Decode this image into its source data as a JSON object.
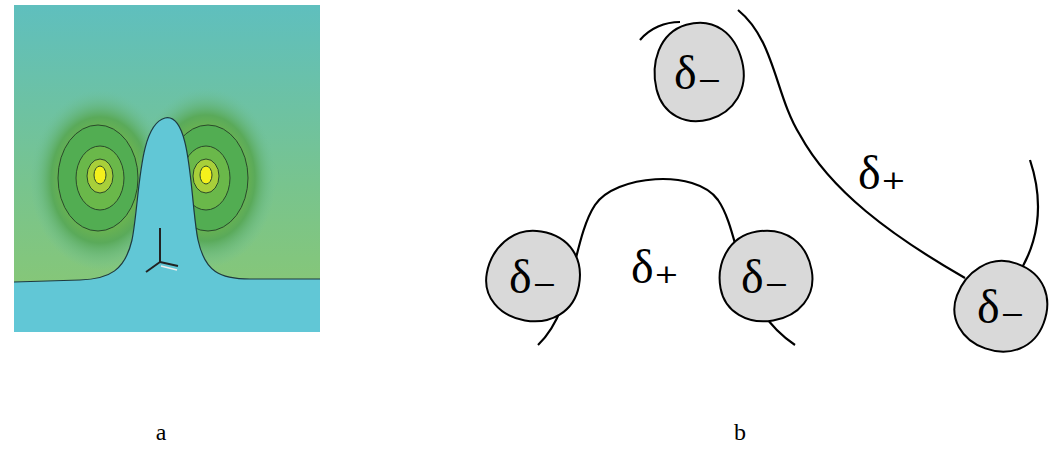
{
  "diagram": {
    "nodes": [
      {
        "text": [
          "δ₋"
        ]
      },
      {
        "text": [
          "δ₋"
        ]
      },
      {
        "text": [
          "δ₋"
        ]
      },
      {
        "text": [
          "δ₋"
        ]
      }
    ],
    "labels": [
      "δ₊",
      "δ₊",
      "a",
      "b"
    ]
  }
}
